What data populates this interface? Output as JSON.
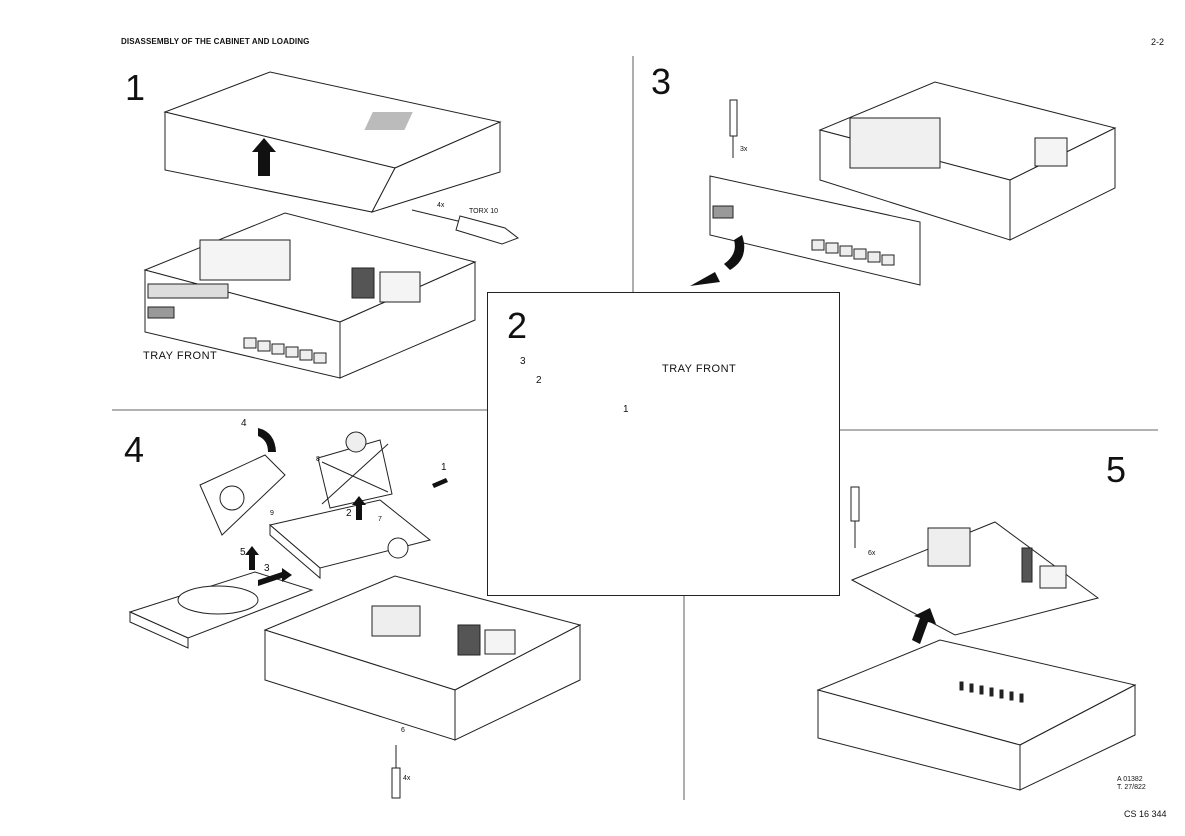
{
  "header": {
    "title": "DISASSEMBLY OF THE CABINET AND LOADING",
    "page_number": "2-2"
  },
  "footer": {
    "document_number": "CS 16 344",
    "reference_line1": "A 01382",
    "reference_line2": "T. 27/822"
  },
  "steps": {
    "step1": {
      "number": "1",
      "tray_label": "TRAY FRONT",
      "screw_count": "4x",
      "tool_label": "TORX 10"
    },
    "step2": {
      "number": "2",
      "tray_label": "TRAY FRONT",
      "arrow1": "1",
      "arrow2": "2",
      "arrow3": "3"
    },
    "step3": {
      "number": "3",
      "screw_count": "3x"
    },
    "step4": {
      "number": "4",
      "label1": "1",
      "label2": "2",
      "label3": "3",
      "label4": "4",
      "label5": "5",
      "label6": "6",
      "label7": "7",
      "label8": "8",
      "label9": "9",
      "screw_count": "4x"
    },
    "step5": {
      "number": "5",
      "screw_count": "6x"
    }
  }
}
